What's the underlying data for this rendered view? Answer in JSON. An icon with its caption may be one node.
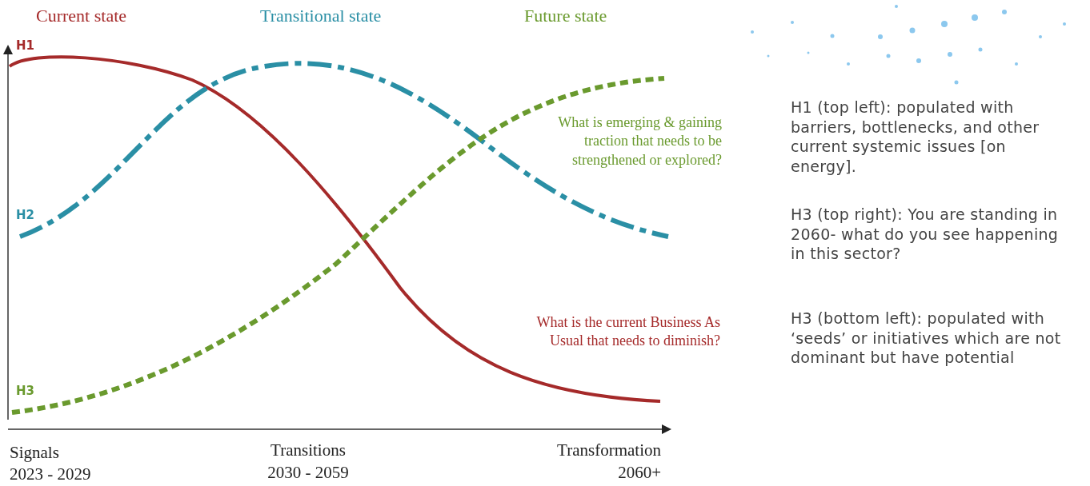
{
  "diagram": {
    "labels": [
      "Current state",
      "Transitional state",
      "Future state",
      "H1",
      "What is emerging & gaining traction that needs to be strengthened or explored?",
      "H1 (top left): populated with barriers, bottlenecks, and other current systemic issues [on energy].",
      "H2",
      "H3 (top right): You are standing in 2060- what do you see happening in this sector?",
      "What is the current Business As Usual that needs to diminish?",
      "H3 (bottom left): populated with ‘seeds’ or initiatives which are not dominant but have potential",
      "H3",
      "Signals",
      "2023 - 2029",
      "Transitions",
      "2030 - 2059",
      "Transformation",
      "2060+"
    ]
  }
}
